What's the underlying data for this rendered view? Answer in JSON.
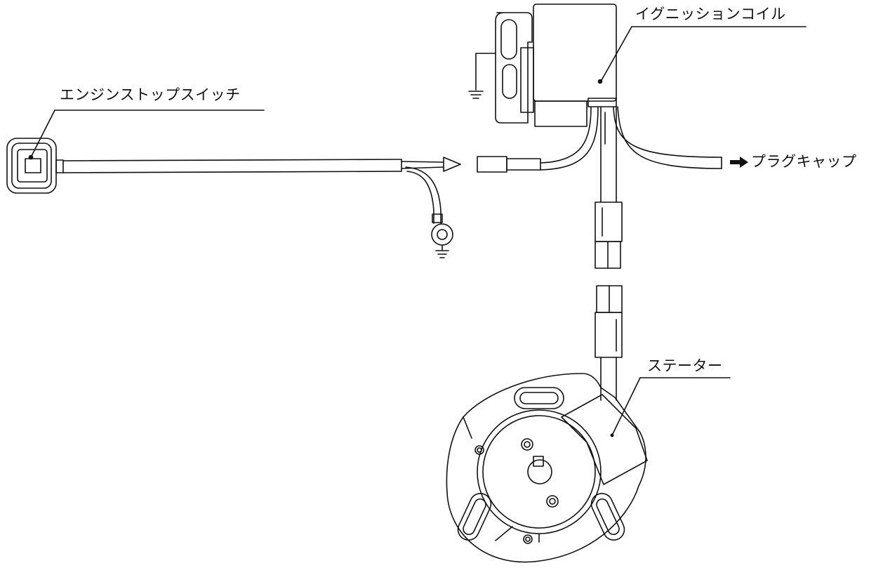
{
  "labels": {
    "engine_stop_switch": "エンジンストップスイッチ",
    "ignition_coil": "イグニッションコイル",
    "plug_cap": "プラグキャップ",
    "stator": "ステーター"
  },
  "colors": {
    "line": "#111111",
    "background": "#ffffff"
  },
  "icons": {
    "arrow_to_plug": "right-arrow-icon",
    "ground": "ground-icon"
  }
}
